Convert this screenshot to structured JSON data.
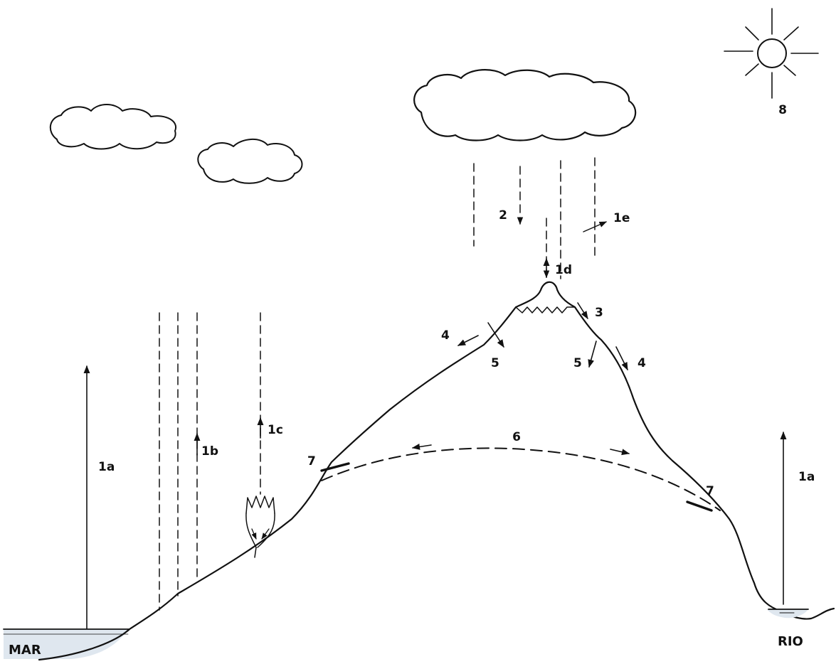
{
  "labels": {
    "sea": "MAR",
    "river": "RIO",
    "sun": "8",
    "evap_sea": "1a",
    "evap_river": "1a",
    "evap_surface": "1b",
    "transpiration": "1c",
    "sublimation": "1d",
    "evap_rain": "1e",
    "precipitation": "2",
    "melt": "3",
    "runoff_left": "4",
    "runoff_right": "4",
    "infiltration_left": "5",
    "infiltration_right": "5",
    "groundwater": "6",
    "springs_left": "7",
    "springs_right": "7"
  },
  "colors": {
    "ink": "#111111",
    "background": "#ffffff",
    "water": "#dfe7ef"
  },
  "icons": [
    "sun-icon",
    "cloud-icon",
    "plant-icon",
    "snow-cap-icon",
    "arrow-icon"
  ]
}
